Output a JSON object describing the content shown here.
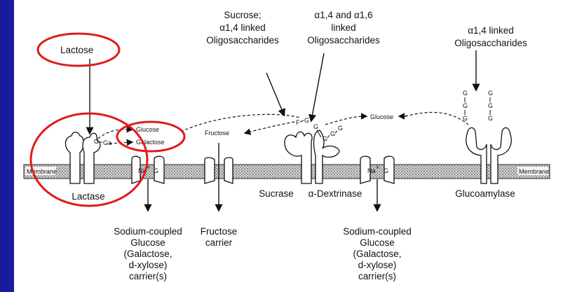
{
  "colors": {
    "background": "#1a1a9e",
    "panel": "#ffffff",
    "highlight": "#e01b1b"
  },
  "top": {
    "lactose": "Lactose",
    "sucrose_1": "Sucrose;",
    "sucrose_2": "α1,4 linked",
    "sucrose_3": "Oligosaccharides",
    "dex_1": "α1,4 and α1,6",
    "dex_2": "linked",
    "dex_3": "Oligosaccharides",
    "gluco_1": "α1,4 linked",
    "gluco_2": "Oligosaccharides"
  },
  "membrane": {
    "left": "Membrane",
    "right": "Membrane"
  },
  "small": {
    "glucose_left": "Glucose",
    "galactose": "Galactose",
    "fructose": "Fructose",
    "glucose_mid": "Glucose",
    "na_left": "Na",
    "na_right": "Na",
    "plus": "+",
    "g": "G",
    "ga": "Ga"
  },
  "enzymes": {
    "lactase": "Lactase",
    "sucrase": "Sucrase",
    "dextrinase": "α-Dextrinase",
    "glucoamylase": "Glucoamylase"
  },
  "carriers": {
    "left": [
      "Sodium-coupled",
      "Glucose",
      "(Galactose,",
      "d-xylose)",
      "carrier(s)"
    ],
    "fructose": [
      "Fructose",
      "carrier"
    ],
    "right": [
      "Sodium-coupled",
      "Glucose",
      "(Galactose,",
      "d-xylose)",
      "carrier(s)"
    ]
  }
}
